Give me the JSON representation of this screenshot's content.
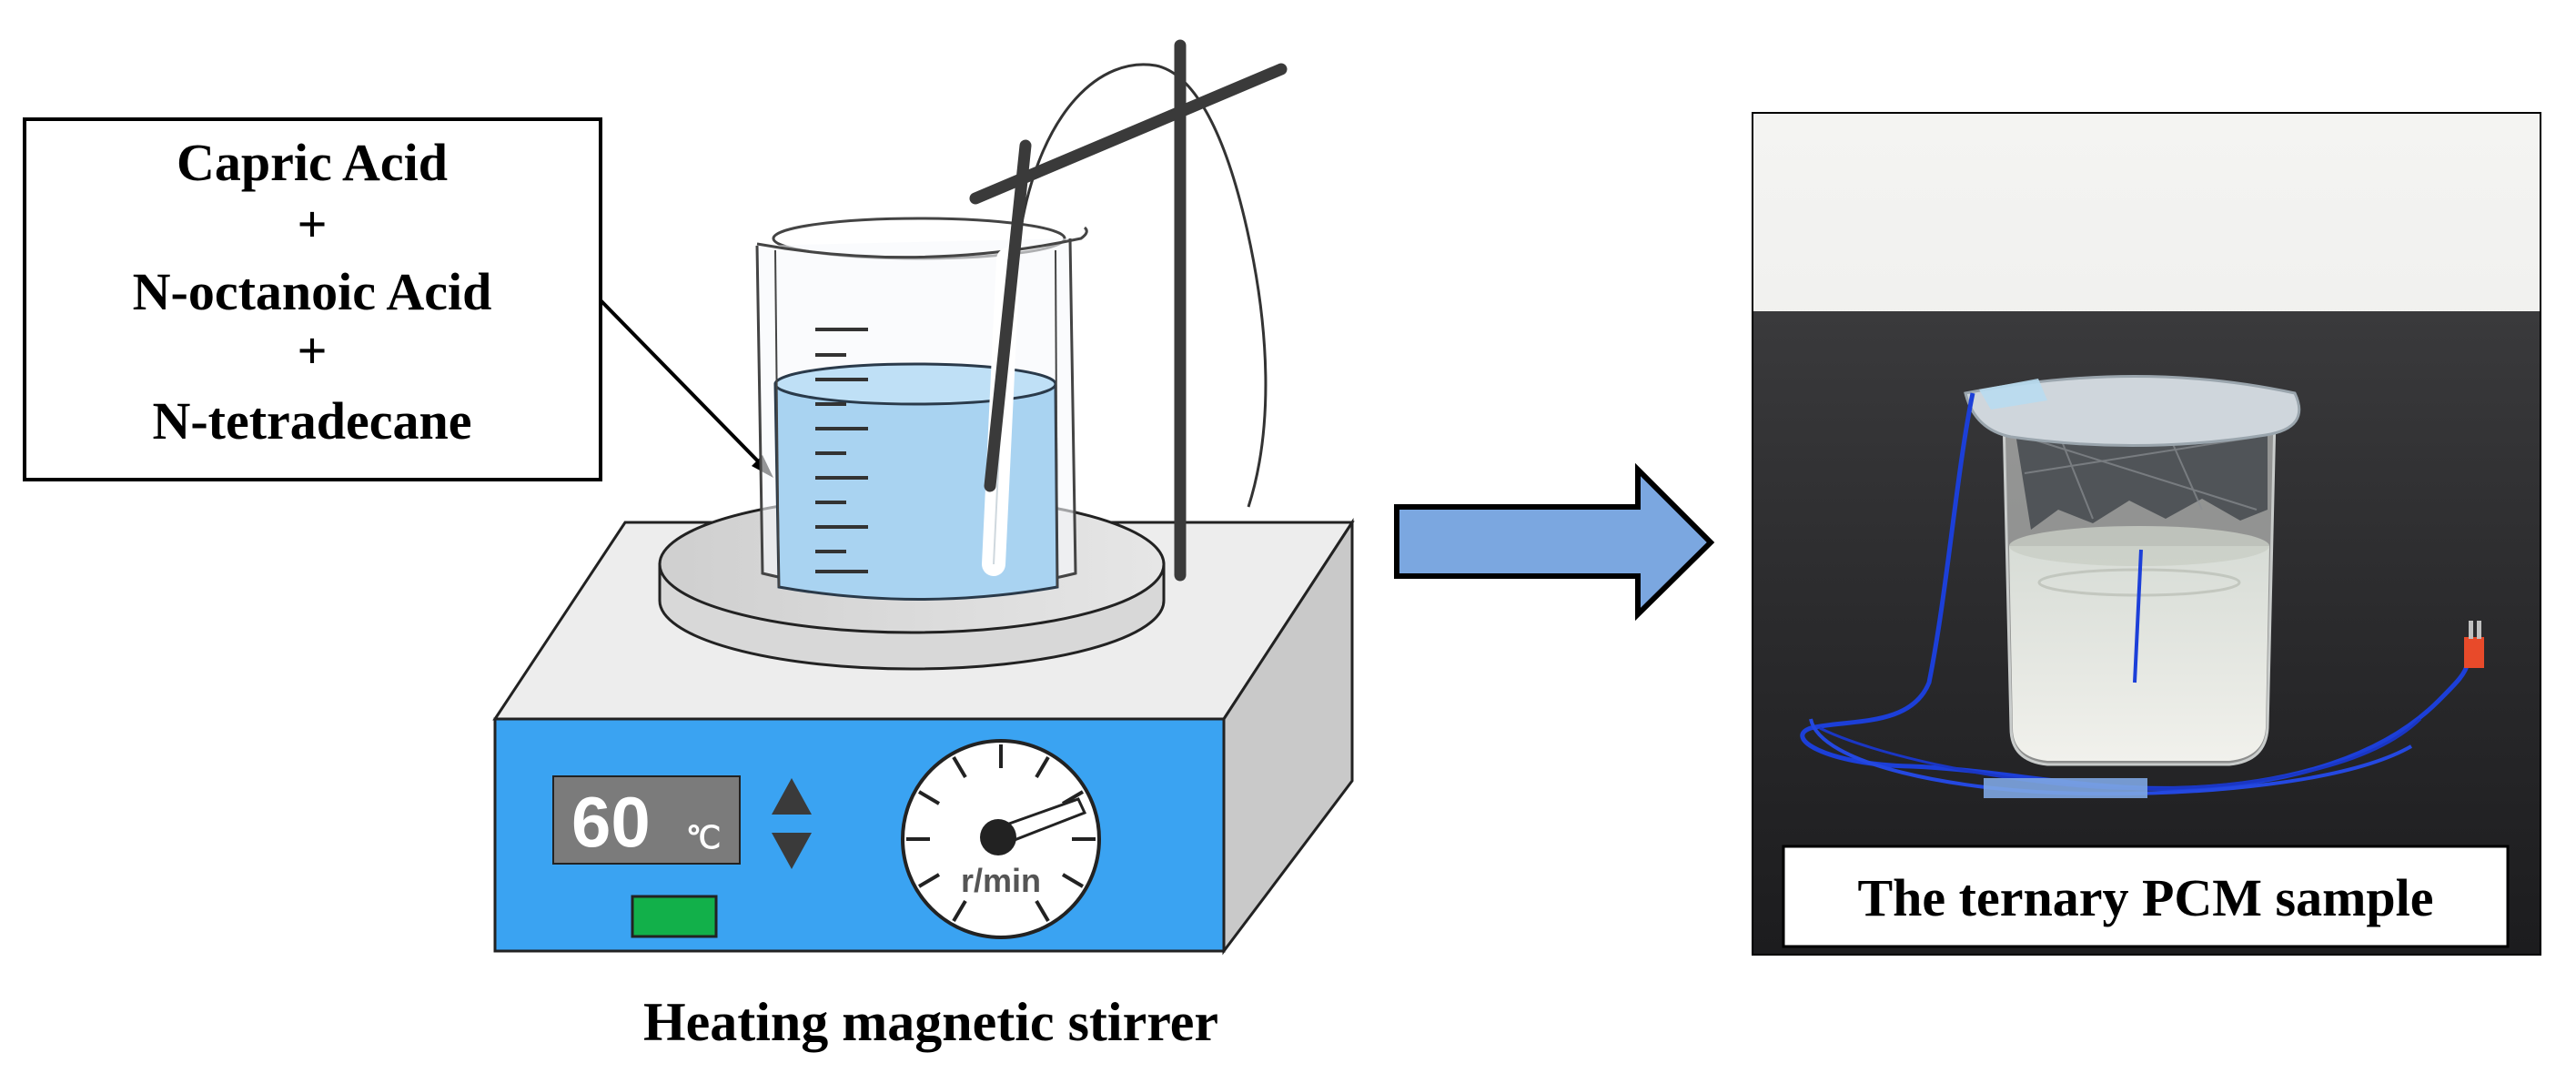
{
  "ingredients": {
    "line1": "Capric Acid",
    "plus1": "+",
    "line2": "N-octanoic Acid",
    "plus2": "+",
    "line3": "N-tetradecane"
  },
  "stirrer": {
    "temperature_value": "60",
    "temperature_unit": "℃",
    "dial_label": "r/min",
    "caption": "Heating magnetic stirrer"
  },
  "sample": {
    "caption": "The ternary PCM sample"
  },
  "colors": {
    "stirrer_blue": "#3aa3f2",
    "liquid_blue": "#a9d3f1",
    "arrow_blue": "#7ba7e0",
    "display_gray": "#7b7b7b",
    "button_green": "#12b04a",
    "wire_blue": "#1c3fd8"
  }
}
